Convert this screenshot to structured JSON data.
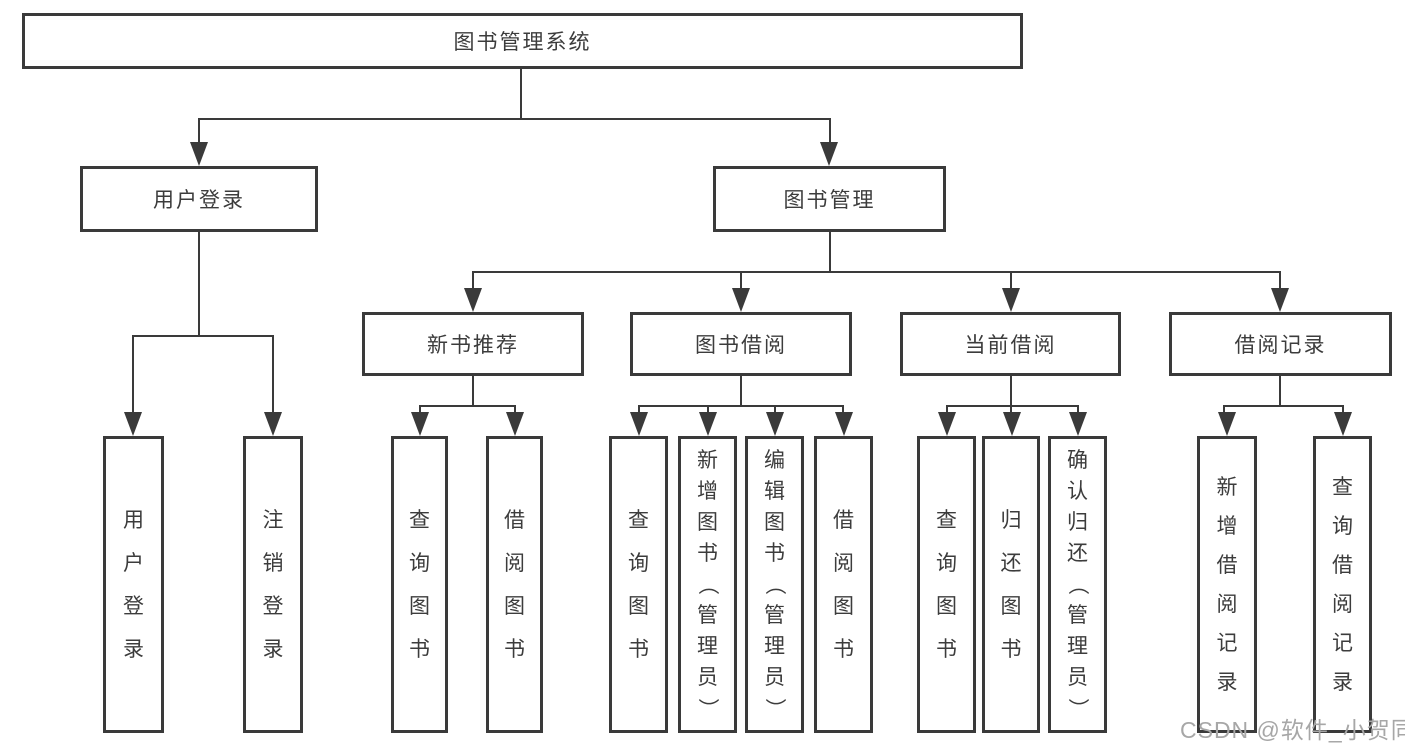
{
  "tree": {
    "root": "图书管理系统",
    "branches": [
      {
        "label": "用户登录",
        "leaves": [
          "用户登录",
          "注销登录"
        ]
      },
      {
        "label": "图书管理",
        "groups": [
          {
            "label": "新书推荐",
            "leaves": [
              "查询图书",
              "借阅图书"
            ]
          },
          {
            "label": "图书借阅",
            "leaves": [
              "查询图书",
              "新增图书（管理员）",
              "编辑图书（管理员）",
              "借阅图书"
            ]
          },
          {
            "label": "当前借阅",
            "leaves": [
              "查询图书",
              "归还图书",
              "确认归还（管理员）"
            ]
          },
          {
            "label": "借阅记录",
            "leaves": [
              "新增借阅记录",
              "查询借阅记录"
            ]
          }
        ]
      }
    ]
  },
  "watermark": "CSDN @软件_小贺同学",
  "colors": {
    "line": "#3a3a3a",
    "text": "#3c3c3c",
    "watermark": "#a7a7a7",
    "background": "#ffffff"
  }
}
